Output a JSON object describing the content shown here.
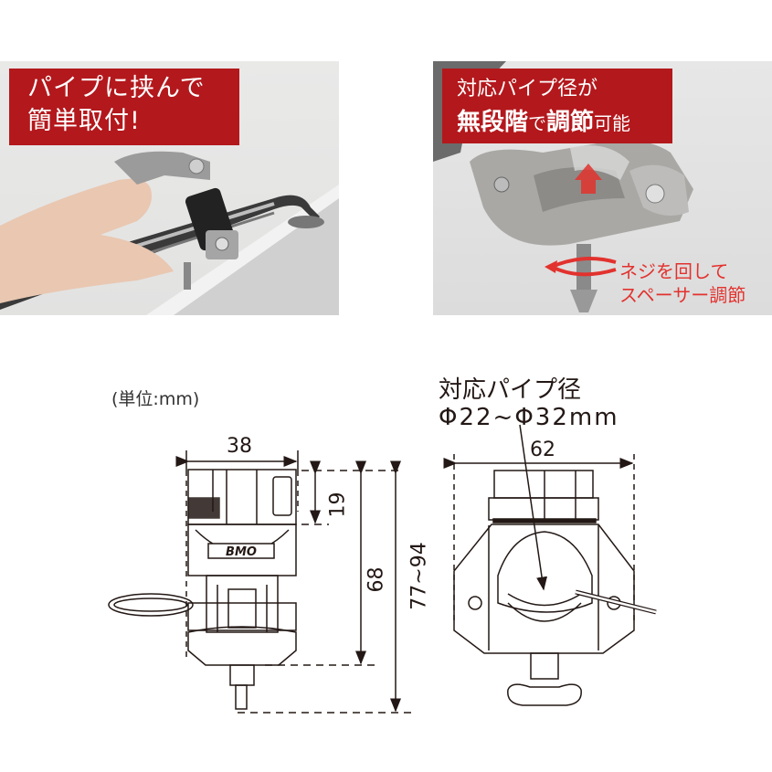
{
  "photos": [
    {
      "id": "photo-install",
      "banner": {
        "line1": "パイプに挟んで",
        "line2": "簡単取付!"
      },
      "banner_color": "#b3181c"
    },
    {
      "id": "photo-adjust",
      "banner": {
        "line1": "対応パイプ径が",
        "line2_bold_a": "無段階",
        "line2_normal_a": "で",
        "line2_bold_b": "調節",
        "line2_normal_b": "可能"
      },
      "banner_color": "#b3181c",
      "annotation": {
        "line1": "ネジを回して",
        "line2": "スペーサー調節",
        "color": "#e2322e"
      }
    }
  ],
  "diagram": {
    "unit_label": "(単位:mm)",
    "side_view": {
      "width": "38",
      "height_top": "19",
      "height_body": "68",
      "height_total": "77~94",
      "logo": "BMO"
    },
    "front_view": {
      "pipe_label_line1": "対応パイプ径",
      "pipe_label_line2": "Φ22~Φ32mm",
      "width": "62"
    }
  }
}
